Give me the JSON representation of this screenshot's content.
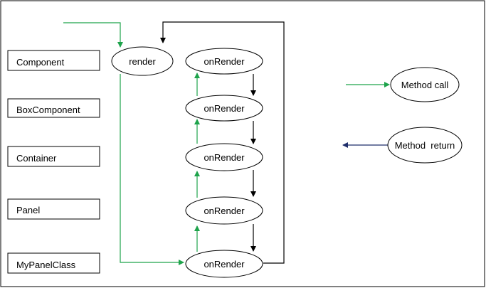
{
  "classes": [
    {
      "label": "Component"
    },
    {
      "label": "BoxComponent"
    },
    {
      "label": "Container"
    },
    {
      "label": "Panel"
    },
    {
      "label": "MyPanelClass"
    }
  ],
  "render_node": {
    "label": "render"
  },
  "on_render_nodes": [
    {
      "label": "onRender"
    },
    {
      "label": "onRender"
    },
    {
      "label": "onRender"
    },
    {
      "label": "onRender"
    },
    {
      "label": "onRender"
    }
  ],
  "legend": {
    "method_call": "Method call",
    "method_return": "Method  return"
  },
  "colors": {
    "call_arrow": "#1ea34b",
    "flow_arrow": "#000000",
    "return_arrow": "#1f2e6b"
  }
}
